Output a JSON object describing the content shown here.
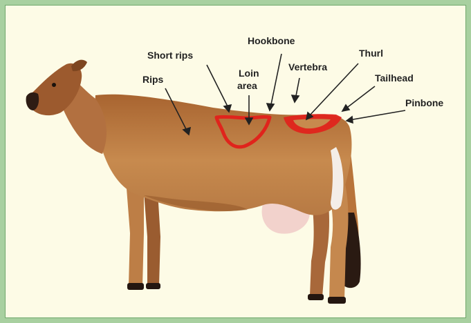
{
  "labels": {
    "short_rips": "Short rips",
    "rips": "Rips",
    "hookbone": "Hookbone",
    "loin_line1": "Loin",
    "loin_line2": "area",
    "vertebra": "Vertebra",
    "thurl": "Thurl",
    "tailhead": "Tailhead",
    "pinbone": "Pinbone"
  },
  "colors": {
    "background": "#fdfbe6",
    "border": "#6fa66a",
    "cow_body": "#b8743a",
    "cow_shadow": "#8a4e22",
    "highlight": "#e0241c"
  }
}
